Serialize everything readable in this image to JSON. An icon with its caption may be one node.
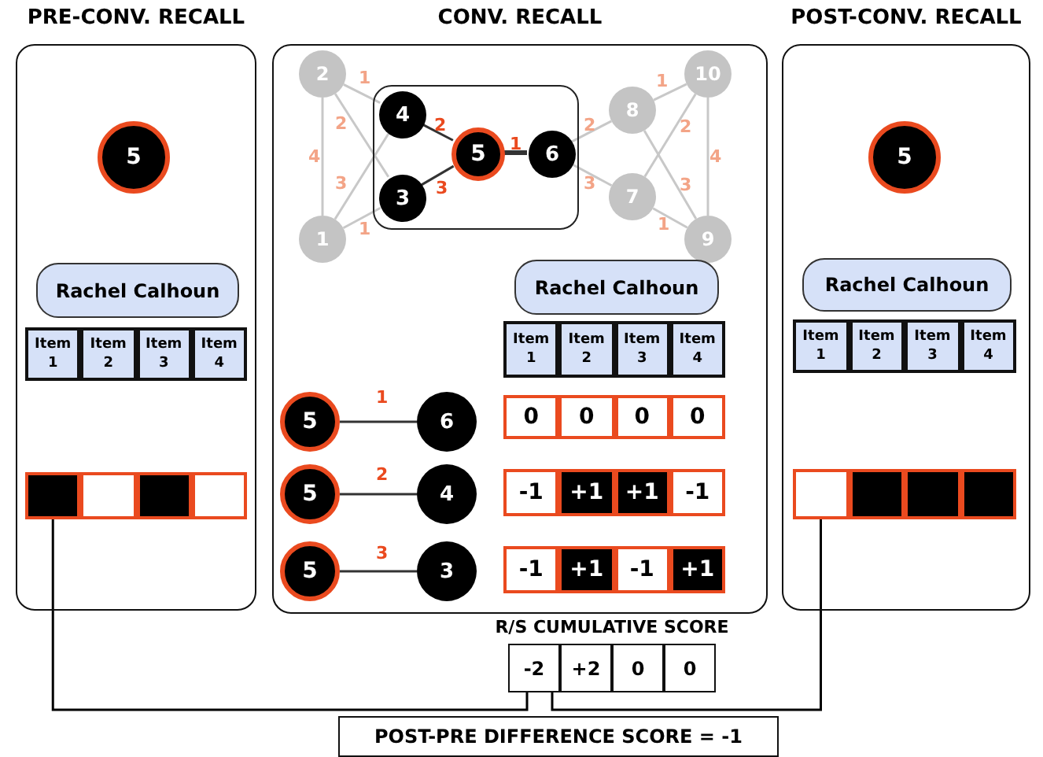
{
  "diagram": {
    "nodes": [
      {
        "text": [
          "PRE-CONV. RECALL"
        ]
      },
      {
        "text": [
          "5"
        ],
        "in": 0
      },
      {
        "text": [
          "Rachel Calhoun"
        ],
        "in": 0
      },
      {
        "text": [
          "Item 1"
        ],
        "in": 0
      },
      {
        "text": [
          "Item 2"
        ],
        "in": 0
      },
      {
        "text": [
          "Item 3"
        ],
        "in": 0
      },
      {
        "text": [
          "Item 4"
        ],
        "in": 0
      },
      {
        "text": [],
        "shape": "box",
        "in": 0
      },
      {
        "text": [],
        "shape": "box",
        "in": 0
      },
      {
        "text": [],
        "shape": "box",
        "in": 0
      },
      {
        "text": [],
        "shape": "box",
        "in": 0
      },
      {
        "text": [
          "CONV. RECALL"
        ]
      },
      {
        "text": [
          "2"
        ],
        "in": 11
      },
      {
        "text": [
          "1"
        ],
        "in": 11
      },
      {
        "text": [],
        "shape": "box",
        "in": 11
      },
      {
        "text": [
          "4"
        ],
        "in": 14
      },
      {
        "text": [
          "3"
        ],
        "in": 14
      },
      {
        "text": [
          "5"
        ],
        "in": 14
      },
      {
        "text": [
          "6"
        ],
        "in": 14
      },
      {
        "text": [
          "10"
        ],
        "in": 11
      },
      {
        "text": [
          "8"
        ],
        "in": 11
      },
      {
        "text": [
          "7"
        ],
        "in": 11
      },
      {
        "text": [
          "9"
        ],
        "in": 11
      },
      {
        "text": [
          "Rachel Calhoun"
        ],
        "in": 11
      },
      {
        "text": [
          "Item 1"
        ],
        "in": 11
      },
      {
        "text": [
          "Item 2"
        ],
        "in": 11
      },
      {
        "text": [
          "Item 3"
        ],
        "in": 11
      },
      {
        "text": [
          "Item 4"
        ],
        "in": 11
      },
      {
        "text": [
          "5"
        ],
        "in": 11
      },
      {
        "text": [
          "6"
        ],
        "in": 11
      },
      {
        "text": [
          "0"
        ],
        "in": 11
      },
      {
        "text": [
          "0"
        ],
        "in": 11
      },
      {
        "text": [
          "0"
        ],
        "in": 11
      },
      {
        "text": [
          "0"
        ],
        "in": 11
      },
      {
        "text": [
          "5"
        ],
        "in": 11
      },
      {
        "text": [
          "4"
        ],
        "in": 11
      },
      {
        "text": [
          "-1"
        ],
        "in": 11
      },
      {
        "text": [
          "+1"
        ],
        "in": 11
      },
      {
        "text": [
          "+1"
        ],
        "in": 11
      },
      {
        "text": [
          "-1"
        ],
        "in": 11
      },
      {
        "text": [
          "5"
        ],
        "in": 11
      },
      {
        "text": [
          "3"
        ],
        "in": 11
      },
      {
        "text": [
          "-1"
        ],
        "in": 11
      },
      {
        "text": [
          "+1"
        ],
        "in": 11
      },
      {
        "text": [
          "-1"
        ],
        "in": 11
      },
      {
        "text": [
          "+1"
        ],
        "in": 11
      },
      {
        "text": [
          "POST-CONV. RECALL"
        ]
      },
      {
        "text": [
          "5"
        ],
        "in": 46
      },
      {
        "text": [
          "Rachel Calhoun"
        ],
        "in": 46
      },
      {
        "text": [
          "Item 1"
        ],
        "in": 46
      },
      {
        "text": [
          "Item 2"
        ],
        "in": 46
      },
      {
        "text": [
          "Item 3"
        ],
        "in": 46
      },
      {
        "text": [
          "Item 4"
        ],
        "in": 46
      },
      {
        "text": [],
        "shape": "box",
        "in": 46
      },
      {
        "text": [],
        "shape": "box",
        "in": 46
      },
      {
        "text": [],
        "shape": "box",
        "in": 46
      },
      {
        "text": [],
        "shape": "box",
        "in": 46
      },
      {
        "text": [
          "-2"
        ]
      },
      {
        "text": [
          "+2"
        ]
      },
      {
        "text": [
          "0"
        ]
      },
      {
        "text": [
          "0"
        ]
      },
      {
        "text": [
          "POST-PRE DIFFERENCE SCORE = -1"
        ]
      }
    ],
    "edges": [
      {
        "from": 12,
        "to": 15,
        "arrow": "none",
        "label": "1"
      },
      {
        "from": 12,
        "to": 16,
        "arrow": "none",
        "label": "2"
      },
      {
        "from": 12,
        "to": 13,
        "arrow": "none",
        "label": "4"
      },
      {
        "from": 13,
        "to": 15,
        "arrow": "none",
        "label": "3"
      },
      {
        "from": 13,
        "to": 16,
        "arrow": "none",
        "label": "1"
      },
      {
        "from": 15,
        "to": 17,
        "arrow": "none",
        "label": "2",
        "color": "#333333"
      },
      {
        "from": 16,
        "to": 17,
        "arrow": "none",
        "label": "3",
        "color": "#333333"
      },
      {
        "from": 17,
        "to": 18,
        "arrow": "none",
        "label": "1",
        "color": "#333333",
        "style": "thick"
      },
      {
        "from": 18,
        "to": 20,
        "arrow": "none",
        "label": "2"
      },
      {
        "from": 18,
        "to": 21,
        "arrow": "none",
        "label": "3"
      },
      {
        "from": 20,
        "to": 19,
        "arrow": "none",
        "label": "1"
      },
      {
        "from": 21,
        "to": 19,
        "arrow": "none",
        "label": "2"
      },
      {
        "from": 19,
        "to": 22,
        "arrow": "none",
        "label": "4"
      },
      {
        "from": 20,
        "to": 22,
        "arrow": "none",
        "label": "3"
      },
      {
        "from": 21,
        "to": 22,
        "arrow": "none",
        "label": "1"
      },
      {
        "from": 28,
        "to": 29,
        "arrow": "none",
        "label": "1",
        "color": "#333333"
      },
      {
        "from": 34,
        "to": 35,
        "arrow": "none",
        "label": "2",
        "color": "#333333"
      },
      {
        "from": 40,
        "to": 41,
        "arrow": "none",
        "label": "3",
        "color": "#333333"
      },
      {
        "from": 7,
        "to": 57,
        "arrow": "none",
        "color": "#000000"
      },
      {
        "from": 53,
        "to": 57,
        "arrow": "none",
        "color": "#000000"
      }
    ],
    "labels": [
      "R/S CUMULATIVE SCORE"
    ]
  }
}
